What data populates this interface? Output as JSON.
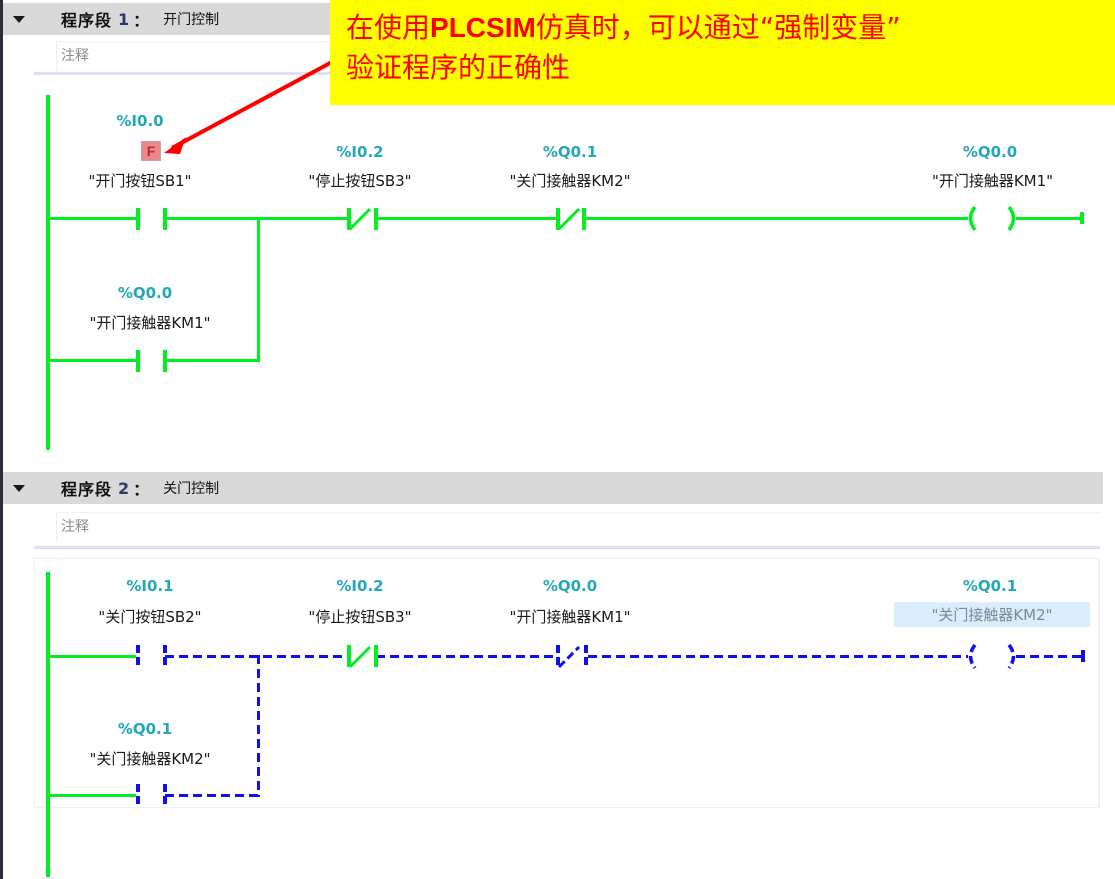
{
  "networks": [
    {
      "label": "程序段",
      "number": "1",
      "colon": "：",
      "title": "开门控制",
      "comment": "注释",
      "rungs": {
        "main": [
          {
            "type": "NO-contact",
            "address": "%I0.0",
            "symbol": "\"开门按钮SB1\"",
            "forced": true,
            "force_icon": "F"
          },
          {
            "type": "NC-contact",
            "address": "%I0.2",
            "symbol": "\"停止按钮SB3\""
          },
          {
            "type": "NC-contact",
            "address": "%Q0.1",
            "symbol": "\"关门接触器KM2\""
          },
          {
            "type": "coil",
            "address": "%Q0.0",
            "symbol": "\"开门接触器KM1\""
          }
        ],
        "branch": [
          {
            "type": "NO-contact",
            "address": "%Q0.0",
            "symbol": "\"开门接触器KM1\""
          }
        ]
      },
      "state": "energized"
    },
    {
      "label": "程序段",
      "number": "2",
      "colon": "：",
      "title": "关门控制",
      "comment": "注释",
      "rungs": {
        "main": [
          {
            "type": "NO-contact",
            "address": "%I0.1",
            "symbol": "\"关门按钮SB2\""
          },
          {
            "type": "NC-contact",
            "address": "%I0.2",
            "symbol": "\"停止按钮SB3\""
          },
          {
            "type": "NC-contact",
            "address": "%Q0.0",
            "symbol": "\"开门接触器KM1\""
          },
          {
            "type": "coil",
            "address": "%Q0.1",
            "symbol": "\"关门接触器KM2\"",
            "highlighted": true
          }
        ],
        "branch": [
          {
            "type": "NO-contact",
            "address": "%Q0.1",
            "symbol": "\"关门接触器KM2\""
          }
        ]
      },
      "state": "not-energized"
    }
  ],
  "callout": {
    "line1_pre": "在使用",
    "line1_bold": "PLCSIM",
    "line1_post": "仿真时，可以通过“强制变量”",
    "line2": "验证程序的正确性"
  },
  "colors": {
    "power_flow": "#00ee22",
    "no_power": "#1010ee",
    "address": "#22a8b8",
    "callout_bg": "#ffff00",
    "callout_text": "#ff0000",
    "header_bg": "#d9d9d9"
  }
}
